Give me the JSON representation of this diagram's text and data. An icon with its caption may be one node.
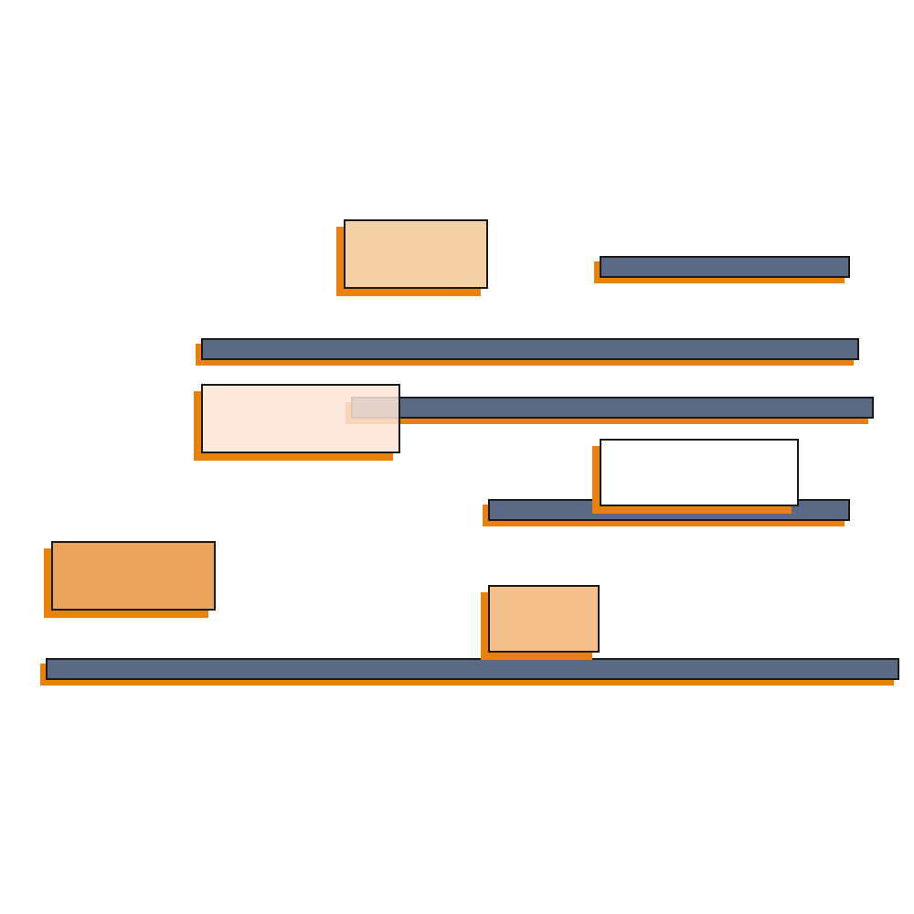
{
  "diagram": {
    "nodes": [
      {
        "text": [],
        "shape": "box"
      },
      {
        "text": [],
        "shape": "bar"
      },
      {
        "text": [],
        "shape": "bar"
      },
      {
        "text": [],
        "shape": "box"
      },
      {
        "text": [],
        "shape": "bar"
      },
      {
        "text": [],
        "shape": "box"
      },
      {
        "text": [],
        "shape": "bar"
      },
      {
        "text": [],
        "shape": "box"
      },
      {
        "text": [],
        "shape": "box"
      },
      {
        "text": [],
        "shape": "bar"
      }
    ]
  }
}
